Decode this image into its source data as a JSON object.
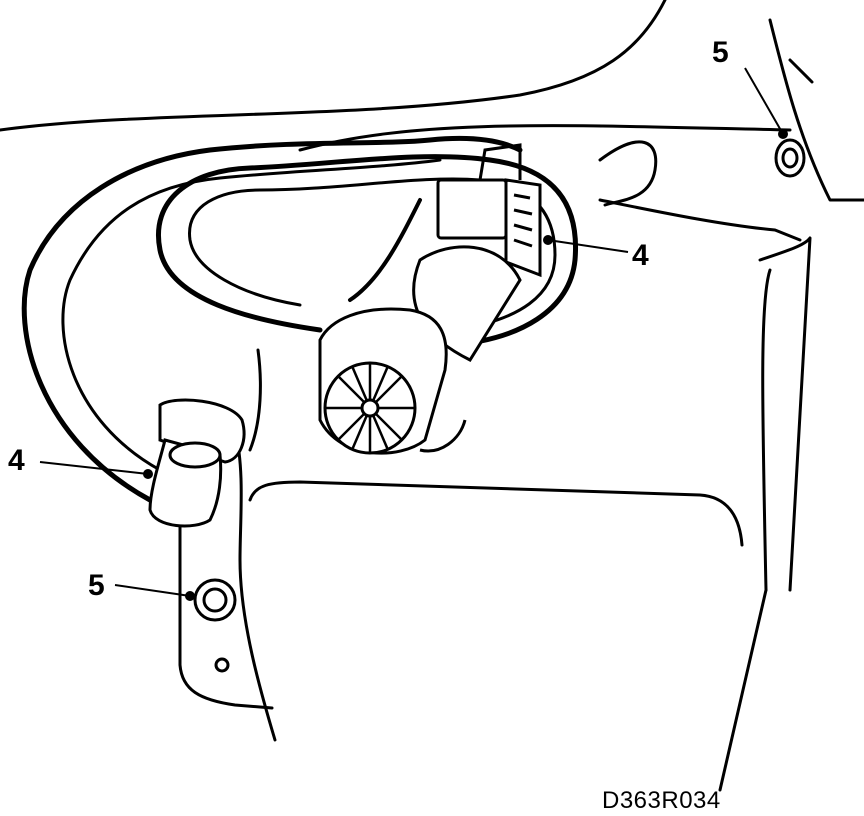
{
  "callouts": [
    {
      "id": "wiring-harness-right",
      "label": "4"
    },
    {
      "id": "wiring-harness-left",
      "label": "4"
    },
    {
      "id": "fastener-top",
      "label": "5"
    },
    {
      "id": "fastener-bottom",
      "label": "5"
    }
  ],
  "reference_code": "D363R034",
  "colors": {
    "line": "#000000",
    "background": "#ffffff"
  }
}
